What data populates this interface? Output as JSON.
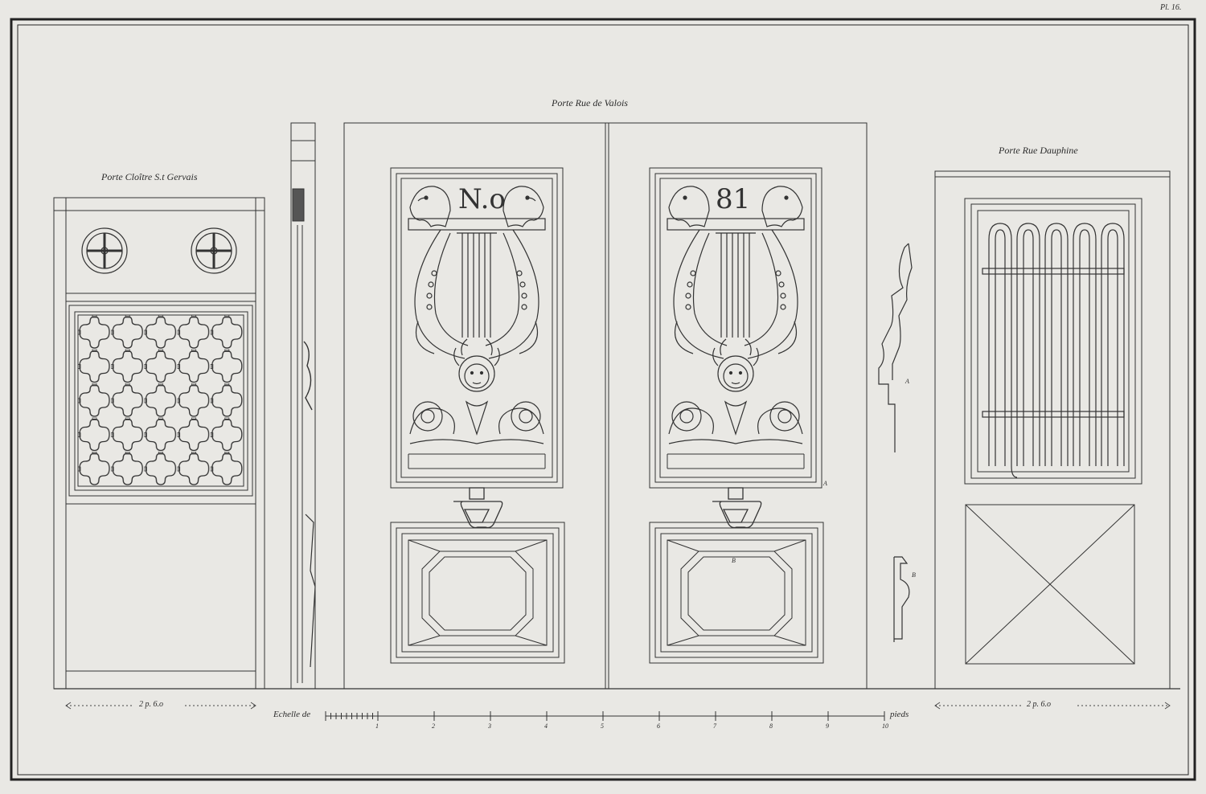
{
  "plate_number": "Pl. 16.",
  "titles": {
    "cloitre": "Porte Cloître S.t Gervais",
    "valois": "Porte Rue de Valois",
    "dauphine": "Porte Rue Dauphine"
  },
  "door_numbers": {
    "left": "N.o",
    "right": "81"
  },
  "dimensions": {
    "left": "2 p. 6.o",
    "right": "2 p. 6.o"
  },
  "scale": {
    "prefix": "Echelle de",
    "suffix": "pieds",
    "ticks": [
      "1",
      "2",
      "3",
      "4",
      "5",
      "6",
      "7",
      "8",
      "9",
      "10"
    ]
  },
  "markers": {
    "a": "A",
    "b": "B"
  },
  "icons": [
    "eagle-head-icon",
    "lyre-icon",
    "medusa-mask-icon",
    "rosette-icon",
    "door-knocker-icon",
    "quatrefoil-grille-icon",
    "wheel-cross-icon"
  ]
}
